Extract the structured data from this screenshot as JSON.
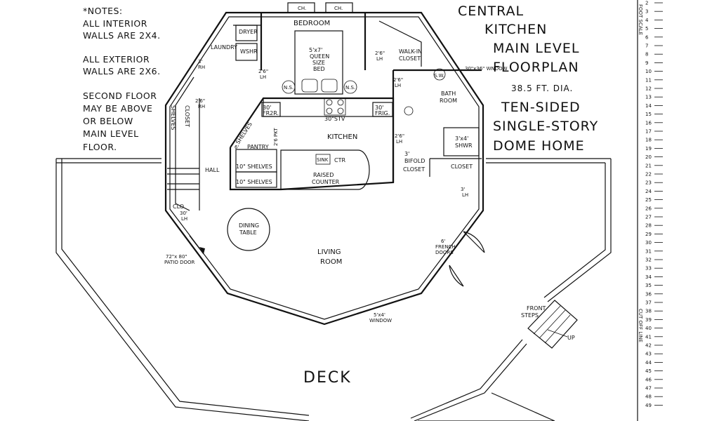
{
  "notes": [
    "*NOTES:",
    "ALL INTERIOR",
    "WALLS ARE 2X4.",
    "",
    "ALL EXTERIOR",
    "WALLS ARE 2X6.",
    "",
    "SECOND FLOOR",
    "MAY BE ABOVE",
    "OR BELOW",
    "MAIN LEVEL",
    "FLOOR."
  ],
  "title": [
    "CENTRAL",
    "KITCHEN",
    "MAIN LEVEL",
    "FLOORPLAN"
  ],
  "diameter": "38.5 FT. DIA.",
  "subtitle": [
    "TEN-SIDED",
    "SINGLE-STORY",
    "DOME HOME"
  ],
  "rooms": {
    "bedroom": "BEDROOM",
    "laundry": "LAUNDRY",
    "dryer": "DRYER",
    "washer": "WSHR",
    "bed": [
      "5'x7'",
      "QUEEN",
      "SIZE",
      "BED"
    ],
    "ns": "N.S.",
    "ch": "CH.",
    "walkin_closet": [
      "WALK-IN",
      "CLOSET"
    ],
    "sw": "S.W.",
    "window_top": "30\"x36\" WNDOW",
    "bath": [
      "BATH",
      "ROOM"
    ],
    "shower": [
      "3'x4'",
      "SHWR"
    ],
    "closet": "CLOSET",
    "bifold": [
      "3'",
      "BIFOLD",
      "CLOSET"
    ],
    "kitchen": "KITCHEN",
    "fr2r": [
      "30'",
      "FR2R."
    ],
    "frig": [
      "30'",
      "FRIG."
    ],
    "stove": "30\"STV",
    "pantry": "PANTRY",
    "shelves_10a": "10\" SHELVES",
    "shelves_10b": "10\" SHELVES",
    "shelves_diag": "SHELVES",
    "sink": "SINK",
    "ctr": "CTR",
    "raised_counter": [
      "RAISED",
      "COUNTER"
    ],
    "hall": "HALL",
    "shelves_v": "SHELVES",
    "closet_v": "CLOSET",
    "clo": "CLO.",
    "dining_table": [
      "DINING",
      "TABLE"
    ],
    "living_room": [
      "LIVING",
      "ROOM"
    ],
    "patio_door": [
      "72\"x 80\"",
      "PATIO DOOR"
    ],
    "french_doors": [
      "6'",
      "FRENCH",
      "DOORS"
    ],
    "window_bottom": [
      "5'x4'",
      "WINDOW"
    ],
    "front_steps": [
      "FRONT",
      "STEPS"
    ],
    "up": "UP",
    "deck": "DECK",
    "door_26_lh_a": [
      "2'6\"",
      "LH"
    ],
    "door_26_lh_b": [
      "2'6\"",
      "LH"
    ],
    "door_26_rh": [
      "2'6\"",
      "RH"
    ],
    "door_26_lh_c": [
      "2'6\"",
      "LH"
    ],
    "door_3_rh": [
      "3'",
      "RH"
    ],
    "door_3_lh": [
      "3'",
      "LH"
    ],
    "door_30_lh": [
      "30'",
      "LH"
    ],
    "door_26_lh_d": [
      "2'6\"",
      "LH"
    ],
    "pkt": "2'6 PKT",
    "six": "6'"
  },
  "scale": {
    "numbers": [
      "2",
      "3",
      "4",
      "5",
      "6",
      "7",
      "8",
      "9",
      "10",
      "11",
      "12",
      "13",
      "14",
      "15",
      "16",
      "17",
      "18",
      "19",
      "20",
      "21",
      "22",
      "23",
      "24",
      "25",
      "26",
      "27",
      "28",
      "29",
      "30",
      "31",
      "32",
      "33",
      "34",
      "35",
      "36",
      "37",
      "38",
      "39",
      "40",
      "41",
      "42",
      "43",
      "44",
      "45",
      "46",
      "47",
      "48",
      "49"
    ],
    "label_top": "FOOT SCALE",
    "label_bottom": "CUT OFF LINE"
  }
}
